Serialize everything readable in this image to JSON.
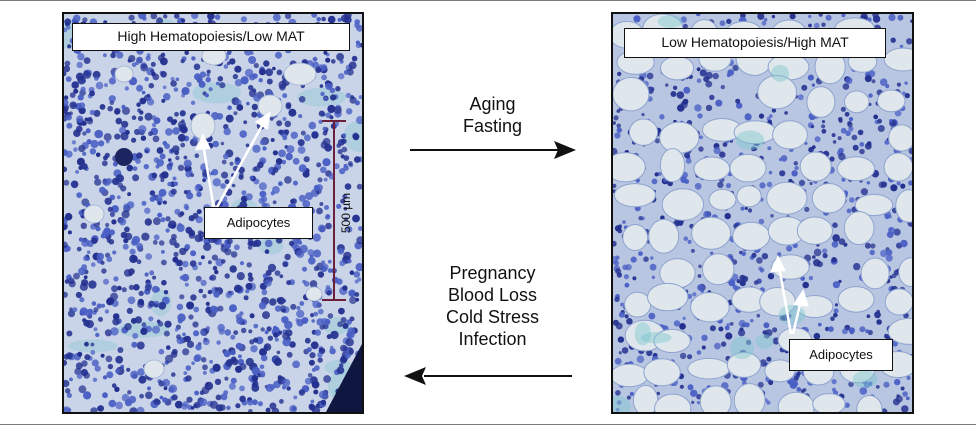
{
  "left_panel": {
    "title": "High Hematopoiesis/Low MAT",
    "callout": "Adipocytes",
    "scale_bar": "500 µm"
  },
  "right_panel": {
    "title": "Low Hematopoiesis/High MAT",
    "callout": "Adipocytes"
  },
  "forward_transition": {
    "lines": [
      "Aging",
      "Fasting"
    ]
  },
  "reverse_transition": {
    "lines": [
      "Pregnancy",
      "Blood Loss",
      "Cold Stress",
      "Infection"
    ]
  },
  "colors": {
    "cell_dark": "#23308f",
    "cell_mid": "#4a5fc4",
    "fat_vacuole": "#dfe7ec",
    "stroma_teal": "#7fc6cf",
    "scale_bar": "#6b1f3a"
  }
}
